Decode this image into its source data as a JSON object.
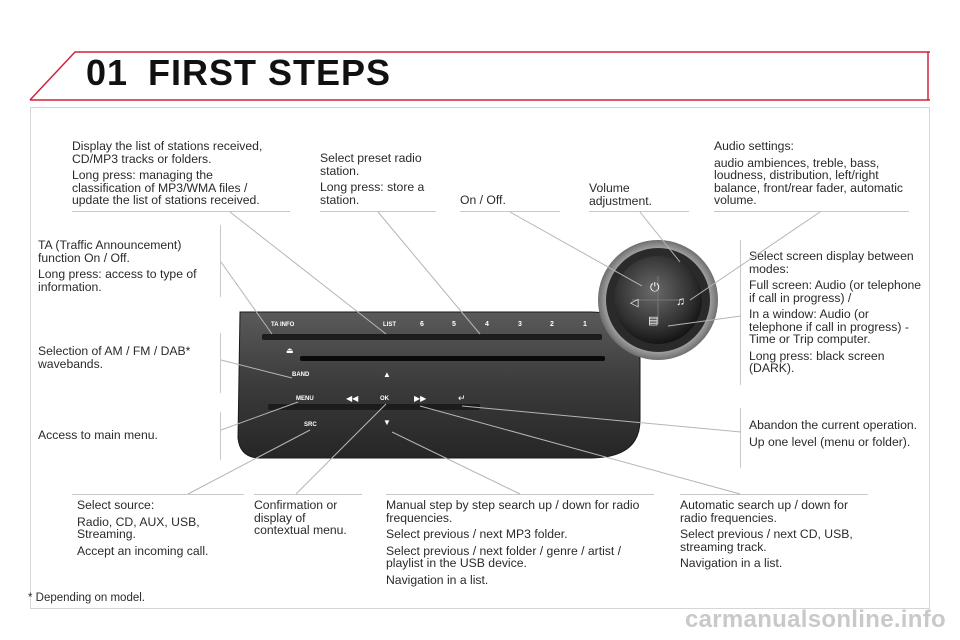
{
  "header": {
    "chapter": "01",
    "title": "FIRST STEPS"
  },
  "callouts": {
    "list_button": {
      "lines": [
        "Display the list of stations received, CD/MP3 tracks or folders.",
        "Long press: managing the classification of MP3/WMA files / update the list of stations received."
      ]
    },
    "preset": {
      "lines": [
        "Select preset radio station.",
        "Long press: store a station."
      ]
    },
    "power": {
      "lines": [
        "On / Off."
      ]
    },
    "volume": {
      "lines": [
        "Volume adjustment."
      ]
    },
    "audio": {
      "lines": [
        "Audio settings:",
        "audio ambiences, treble, bass, loudness, distribution, left/right balance, front/rear fader, automatic volume."
      ]
    },
    "ta": {
      "lines": [
        "TA (Traffic Announcement) function On / Off.",
        "Long press: access to type of information."
      ]
    },
    "band": {
      "lines": [
        "Selection of AM / FM / DAB* wavebands."
      ]
    },
    "menu": {
      "lines": [
        "Access to main menu."
      ]
    },
    "screen": {
      "lines": [
        "Select screen display between modes:",
        "Full screen: Audio (or telephone if call in progress) /",
        "In a window: Audio (or telephone if call in progress) - Time or Trip computer.",
        "Long press: black screen (DARK)."
      ]
    },
    "back": {
      "lines": [
        "Abandon the current operation.",
        "Up one level (menu or folder)."
      ]
    },
    "source": {
      "lines": [
        "Select source:",
        "Radio, CD, AUX, USB, Streaming.",
        "Accept an incoming call."
      ]
    },
    "ok": {
      "lines": [
        "Confirmation or display of contextual menu."
      ]
    },
    "manual": {
      "lines": [
        "Manual step by step search up / down for radio frequencies.",
        "Select previous / next MP3 folder.",
        "Select previous / next folder / genre / artist / playlist in the USB device.",
        "Navigation in a list."
      ]
    },
    "auto": {
      "lines": [
        "Automatic search up / down for radio frequencies.",
        "Select previous / next CD, USB, streaming track.",
        "Navigation in a list."
      ]
    }
  },
  "device": {
    "buttons": {
      "ta_info": "TA INFO",
      "list": "LIST",
      "preset_6": "6",
      "preset_5": "5",
      "preset_4": "4",
      "preset_3": "3",
      "preset_2": "2",
      "preset_1": "1",
      "band": "BAND",
      "menu": "MENU",
      "ok": "OK",
      "src": "SRC"
    },
    "icons": {
      "eject": "eject-icon",
      "up": "arrow-up-icon",
      "down": "arrow-down-icon",
      "rewind": "rewind-icon",
      "forward": "fast-forward-icon",
      "back": "back-icon",
      "power": "power-icon",
      "volume": "speaker-icon",
      "audio": "music-note-icon",
      "screen": "screen-mode-icon"
    },
    "colors": {
      "panel": "#3a3a3a",
      "knob": "#1f1f1f",
      "accent": "#d0223c"
    }
  },
  "footnote": "* Depending on model.",
  "watermark": "carmanualsonline.info"
}
